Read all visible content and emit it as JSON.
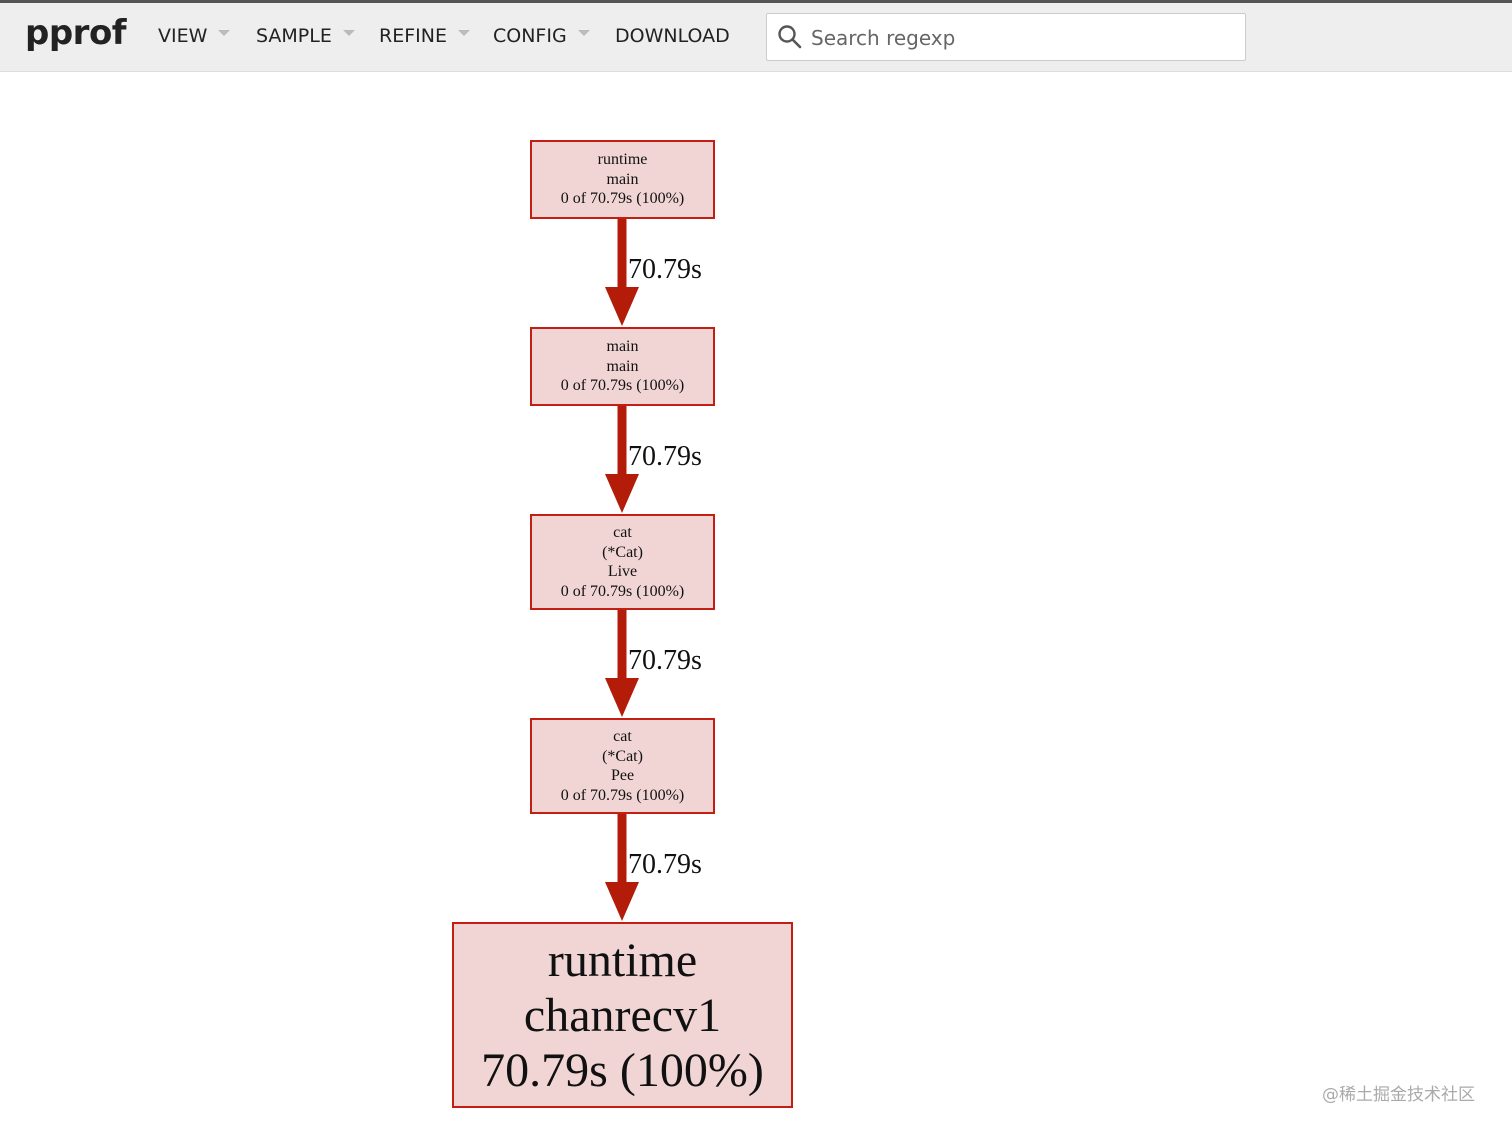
{
  "app": {
    "logo": "pprof"
  },
  "menu": {
    "items": [
      {
        "id": "view",
        "label": "VIEW",
        "has_dropdown": true
      },
      {
        "id": "sample",
        "label": "SAMPLE",
        "has_dropdown": true
      },
      {
        "id": "refine",
        "label": "REFINE",
        "has_dropdown": true
      },
      {
        "id": "config",
        "label": "CONFIG",
        "has_dropdown": true
      },
      {
        "id": "download",
        "label": "DOWNLOAD",
        "has_dropdown": false
      }
    ]
  },
  "search": {
    "placeholder": "Search regexp",
    "value": ""
  },
  "graph": {
    "nodes": [
      {
        "id": "runtime-main",
        "lines": [
          "runtime",
          "main",
          "0 of 70.79s (100%)"
        ]
      },
      {
        "id": "main-main",
        "lines": [
          "main",
          "main",
          "0 of 70.79s (100%)"
        ]
      },
      {
        "id": "cat-live",
        "lines": [
          "cat",
          "(*Cat)",
          "Live",
          "0 of 70.79s (100%)"
        ]
      },
      {
        "id": "cat-pee",
        "lines": [
          "cat",
          "(*Cat)",
          "Pee",
          "0 of 70.79s (100%)"
        ]
      },
      {
        "id": "runtime-chanrecv1",
        "lines": [
          "runtime",
          "chanrecv1",
          "70.79s (100%)"
        ]
      }
    ],
    "edges": [
      {
        "from": "runtime-main",
        "to": "main-main",
        "label": "70.79s"
      },
      {
        "from": "main-main",
        "to": "cat-live",
        "label": "70.79s"
      },
      {
        "from": "cat-live",
        "to": "cat-pee",
        "label": "70.79s"
      },
      {
        "from": "cat-pee",
        "to": "runtime-chanrecv1",
        "label": "70.79s"
      }
    ]
  },
  "colors": {
    "node_fill": "#f1d5d5",
    "node_border": "#c21e14",
    "edge": "#b41c0a"
  },
  "watermark": "@稀土掘金技术社区"
}
